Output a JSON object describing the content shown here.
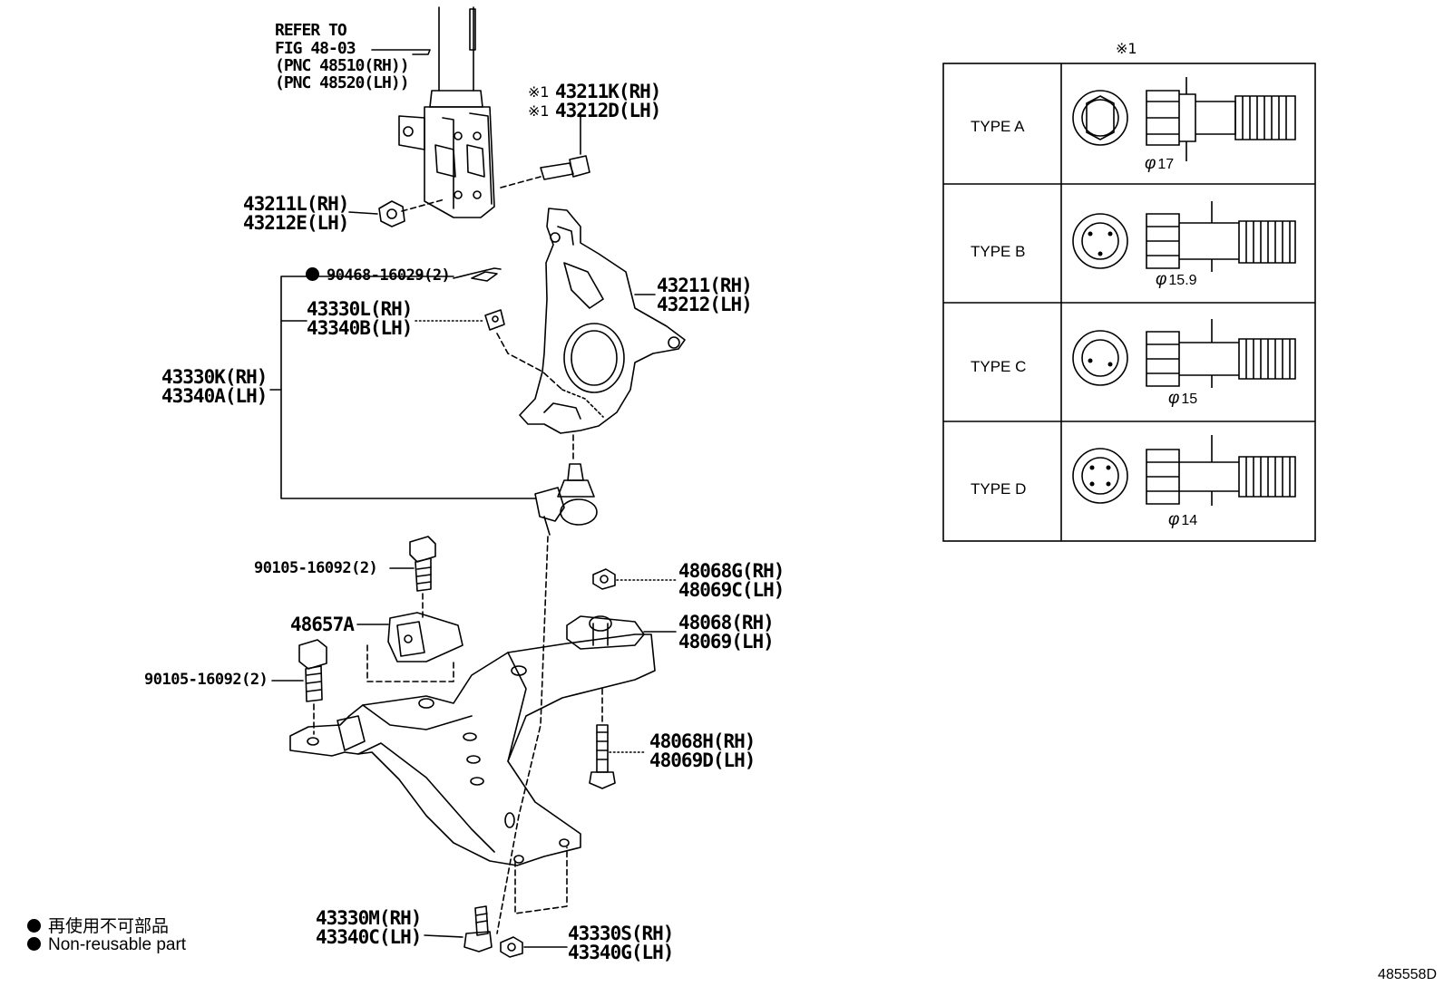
{
  "callouts": {
    "refer": [
      "REFER TO",
      "FIG 48-03",
      "(PNC 48510(RH))",
      "(PNC 48520(LH))"
    ],
    "bolt_rh": "43211K(RH)",
    "bolt_lh": "43212D(LH)",
    "bolt_mark": "※1",
    "nut_rh": "43211L(RH)",
    "nut_lh": "43212E(LH)",
    "cotter_pin": "90468-16029(2)",
    "knuckle_rh": "43211(RH)",
    "knuckle_lh": "43212(LH)",
    "castle_nut_rh": "43330L(RH)",
    "castle_nut_lh": "43340B(LH)",
    "ball_joint_rh": "43330K(RH)",
    "ball_joint_lh": "43340A(LH)",
    "bolt_upper": "90105-16092(2)",
    "bracket": "48657A",
    "bolt_lower": "90105-16092(2)",
    "arm_nut_rh": "48068G(RH)",
    "arm_nut_lh": "48069C(LH)",
    "arm_rh": "48068(RH)",
    "arm_lh": "48069(LH)",
    "arm_bolt_rh": "48068H(RH)",
    "arm_bolt_lh": "48069D(LH)",
    "bj_bolt_rh": "43330M(RH)",
    "bj_bolt_lh": "43340C(LH)",
    "bj_nut_rh": "43330S(RH)",
    "bj_nut_lh": "43340G(LH)"
  },
  "type_table": {
    "header_mark": "※1",
    "rows": [
      {
        "label": "TYPE A",
        "diameter": "17"
      },
      {
        "label": "TYPE B",
        "diameter": "15.9"
      },
      {
        "label": "TYPE C",
        "diameter": "15"
      },
      {
        "label": "TYPE D",
        "diameter": "14"
      }
    ],
    "phi": "φ"
  },
  "legend": {
    "items": [
      "再使用不可部品",
      "Non-reusable part"
    ]
  },
  "figure_number": "485558D"
}
